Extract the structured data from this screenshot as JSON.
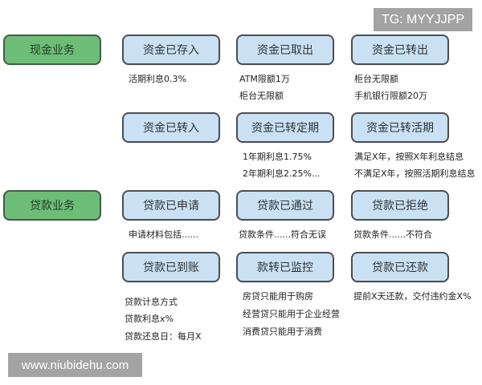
{
  "watermarks": {
    "top_right": "TG: MYYJJPP",
    "bottom_left": "www.niubidehu.com"
  },
  "colors": {
    "category_fill": "#6dbd78",
    "state_fill": "#c9e1f2",
    "border": "#4a4f55",
    "watermark_bg": "#a3a3a3"
  },
  "cash": {
    "category": "现金业务",
    "deposited": {
      "label": "资金已存入",
      "notes": [
        "活期利息0.3%"
      ]
    },
    "withdrawn": {
      "label": "资金已取出",
      "notes": [
        "ATM限额1万",
        "柜台无限额"
      ]
    },
    "transferred_out": {
      "label": "资金已转出",
      "notes": [
        "柜台无限额",
        "手机银行限额20万"
      ]
    },
    "transferred_in": {
      "label": "资金已转入",
      "notes": []
    },
    "to_fixed": {
      "label": "资金已转定期",
      "notes": [
        "1年期利息1.75%",
        "2年期利息2.25%..."
      ]
    },
    "to_current": {
      "label": "资金已转活期",
      "notes": [
        "满足X年，按照X年利息结息",
        "不满足X年，按照活期利息结息"
      ]
    }
  },
  "loan": {
    "category": "贷款业务",
    "applied": {
      "label": "贷款已申请",
      "notes": [
        "申请材料包括......"
      ]
    },
    "approved": {
      "label": "贷款已通过",
      "notes": [
        "贷款条件......符合无误"
      ]
    },
    "rejected": {
      "label": "贷款已拒绝",
      "notes": [
        "贷款条件......不符合"
      ]
    },
    "disbursed": {
      "label": "贷款已到账",
      "notes": [
        "贷款计息方式",
        "贷款利息x%",
        "贷款还息日：每月X"
      ]
    },
    "monitored": {
      "label": "款转已监控",
      "notes": [
        "房贷只能用于购房",
        "经营贷只能用于企业经营",
        "消费贷只能用于消费"
      ]
    },
    "repaid": {
      "label": "贷款已还款",
      "notes": [
        "提前X天还款，交付违约金X%"
      ]
    }
  }
}
